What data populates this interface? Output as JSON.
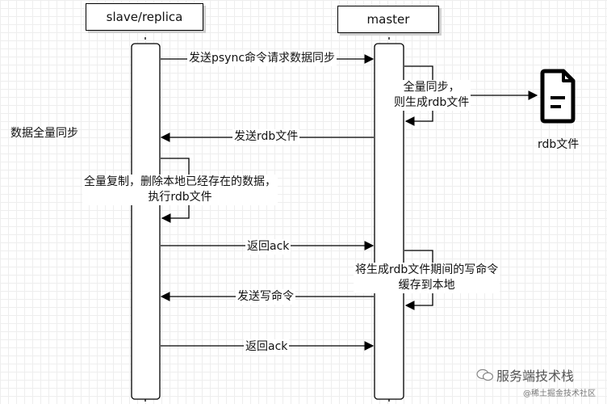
{
  "participants": {
    "slave": "slave/replica",
    "master": "master"
  },
  "side_label": "数据全量同步",
  "messages": {
    "m1": "发送psync命令请求数据同步",
    "m2_line1": "全量同步，",
    "m2_line2": "则生成rdb文件",
    "m3": "发送rdb文件",
    "m4_line1": "全量复制，删除本地已经存在的数据，",
    "m4_line2": "执行rdb文件",
    "m5": "返回ack",
    "m6_line1": "将生成rdb文件期间的写命令",
    "m6_line2": "缓存到本地",
    "m7": "发送写命令",
    "m8": "返回ack"
  },
  "file_label": "rdb文件",
  "watermark": {
    "main": "服务端技术栈",
    "sub": "@稀土掘金技术社区"
  },
  "icons": {
    "file": "file-icon",
    "wechat": "wechat-icon"
  }
}
